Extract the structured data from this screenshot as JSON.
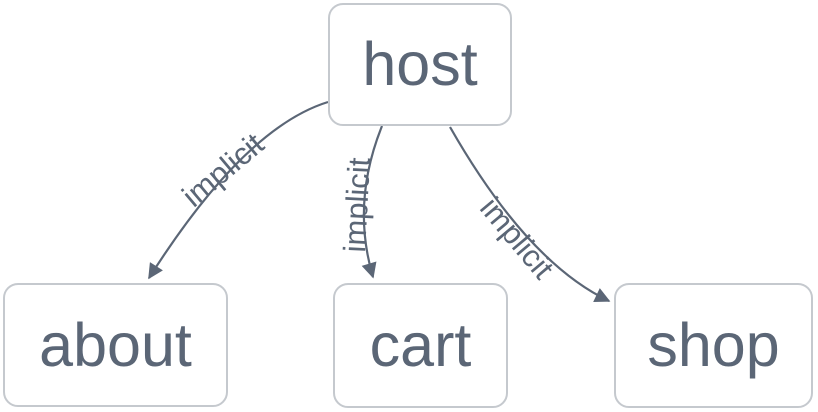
{
  "diagram": {
    "nodes": [
      {
        "id": "host",
        "label": "host"
      },
      {
        "id": "about",
        "label": "about"
      },
      {
        "id": "cart",
        "label": "cart"
      },
      {
        "id": "shop",
        "label": "shop"
      }
    ],
    "edges": [
      {
        "from": "host",
        "to": "about",
        "label": "implicit"
      },
      {
        "from": "host",
        "to": "cart",
        "label": "implicit"
      },
      {
        "from": "host",
        "to": "shop",
        "label": "implicit"
      }
    ],
    "colors": {
      "edge": "#5b6676",
      "node_text": "#5b6676",
      "node_border": "#c5c9ce",
      "node_background": "#ffffff",
      "canvas_background": "#ffffff"
    }
  }
}
